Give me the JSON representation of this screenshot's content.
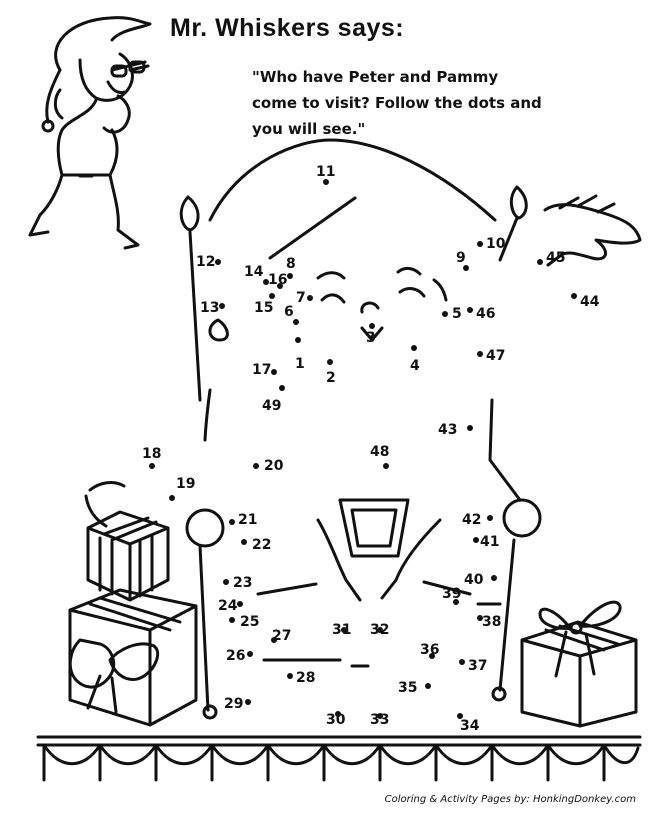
{
  "header": {
    "title": "Mr. Whiskers says:",
    "quote_lines": [
      "\"Who have Peter and Pammy",
      "come to visit? Follow the dots and",
      "you will see.\""
    ]
  },
  "dots": [
    {
      "n": "1"
    },
    {
      "n": "2"
    },
    {
      "n": "3"
    },
    {
      "n": "4"
    },
    {
      "n": "5"
    },
    {
      "n": "6"
    },
    {
      "n": "7"
    },
    {
      "n": "8"
    },
    {
      "n": "9"
    },
    {
      "n": "10"
    },
    {
      "n": "11"
    },
    {
      "n": "12"
    },
    {
      "n": "13"
    },
    {
      "n": "14"
    },
    {
      "n": "15"
    },
    {
      "n": "16"
    },
    {
      "n": "17"
    },
    {
      "n": "18"
    },
    {
      "n": "19"
    },
    {
      "n": "20"
    },
    {
      "n": "21"
    },
    {
      "n": "22"
    },
    {
      "n": "23"
    },
    {
      "n": "24"
    },
    {
      "n": "25"
    },
    {
      "n": "26"
    },
    {
      "n": "27"
    },
    {
      "n": "28"
    },
    {
      "n": "29"
    },
    {
      "n": "30"
    },
    {
      "n": "31"
    },
    {
      "n": "32"
    },
    {
      "n": "33"
    },
    {
      "n": "34"
    },
    {
      "n": "35"
    },
    {
      "n": "36"
    },
    {
      "n": "37"
    },
    {
      "n": "38"
    },
    {
      "n": "39"
    },
    {
      "n": "40"
    },
    {
      "n": "41"
    },
    {
      "n": "42"
    },
    {
      "n": "43"
    },
    {
      "n": "44"
    },
    {
      "n": "45"
    },
    {
      "n": "46"
    },
    {
      "n": "47"
    },
    {
      "n": "48"
    },
    {
      "n": "49"
    }
  ],
  "footer": {
    "credit": "Coloring & Activity Pages by: HonkingDonkey.com"
  }
}
